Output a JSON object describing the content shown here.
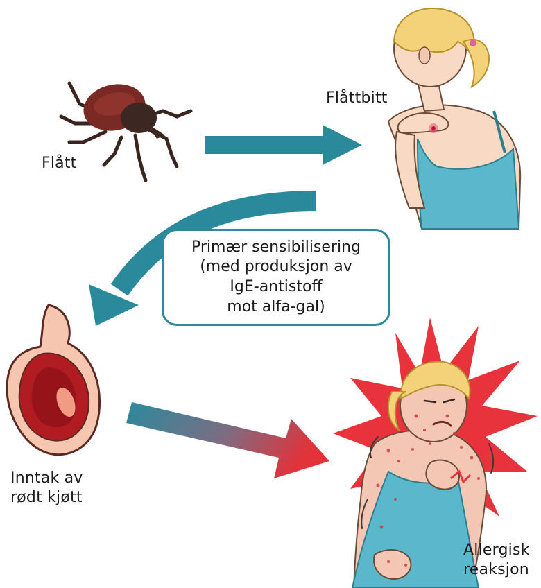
{
  "labels": {
    "tick": "Flått",
    "bite": "Flåttbitt",
    "meat": [
      "Inntak av",
      "rødt kjøtt"
    ],
    "reaction": [
      "Allergisk",
      "reaksjon"
    ]
  },
  "sensitization_box": {
    "lines": [
      "Primær sensibilisering",
      "(med produksjon av",
      "IgE-antistoff",
      "mot alfa-gal)"
    ]
  },
  "colors": {
    "arrow_teal": "#2a8a9c",
    "arrow_red": "#e2323a",
    "box_border": "#2d8a9c",
    "tick_body": "#7a2a24",
    "dress_blue": "#5bb8cc",
    "hair": "#f3d27a",
    "skin": "#f7d9c4",
    "meat": "#b01c22",
    "starburst": "#e8323c"
  },
  "icons": [
    "tick-icon",
    "girl-with-bite-icon",
    "meat-steak-icon",
    "allergic-girl-icon"
  ]
}
